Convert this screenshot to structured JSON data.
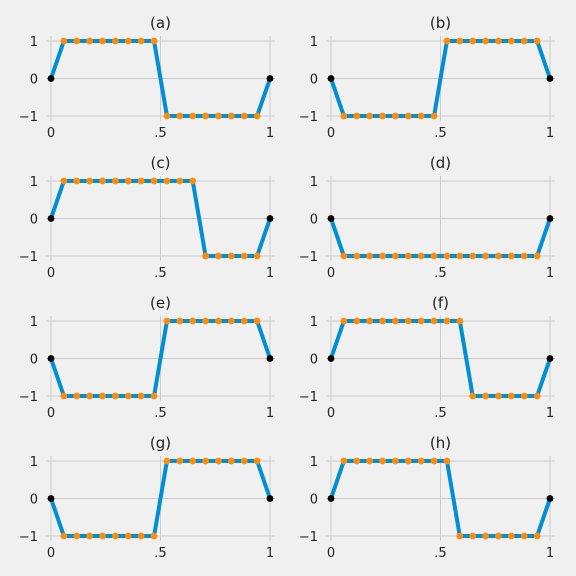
{
  "chart_data": [
    {
      "type": "line",
      "title": "(a)",
      "x_ticks": [
        "0",
        ".5",
        "1"
      ],
      "y_ticks": [
        "1",
        "0",
        "−1"
      ],
      "xlim": [
        0,
        1
      ],
      "ylim": [
        -1,
        1
      ],
      "x": [
        0,
        0.0588,
        0.1176,
        0.1765,
        0.2353,
        0.2941,
        0.3529,
        0.4118,
        0.4706,
        0.5294,
        0.5882,
        0.6471,
        0.7059,
        0.7647,
        0.8235,
        0.8824,
        0.9412,
        1
      ],
      "values": [
        0,
        1,
        1,
        1,
        1,
        1,
        1,
        1,
        1,
        -1,
        -1,
        -1,
        -1,
        -1,
        -1,
        -1,
        -1,
        0
      ]
    },
    {
      "type": "line",
      "title": "(b)",
      "x_ticks": [
        "0",
        ".5",
        "1"
      ],
      "y_ticks": [
        "1",
        "0",
        "−1"
      ],
      "xlim": [
        0,
        1
      ],
      "ylim": [
        -1,
        1
      ],
      "x": [
        0,
        0.0588,
        0.1176,
        0.1765,
        0.2353,
        0.2941,
        0.3529,
        0.4118,
        0.4706,
        0.5294,
        0.5882,
        0.6471,
        0.7059,
        0.7647,
        0.8235,
        0.8824,
        0.9412,
        1
      ],
      "values": [
        0,
        -1,
        -1,
        -1,
        -1,
        -1,
        -1,
        -1,
        -1,
        1,
        1,
        1,
        1,
        1,
        1,
        1,
        1,
        0
      ]
    },
    {
      "type": "line",
      "title": "(c)",
      "x_ticks": [
        "0",
        ".5",
        "1"
      ],
      "y_ticks": [
        "1",
        "0",
        "−1"
      ],
      "xlim": [
        0,
        1
      ],
      "ylim": [
        -1,
        1
      ],
      "x": [
        0,
        0.0588,
        0.1176,
        0.1765,
        0.2353,
        0.2941,
        0.3529,
        0.4118,
        0.4706,
        0.5294,
        0.5882,
        0.6471,
        0.7059,
        0.7647,
        0.8235,
        0.8824,
        0.9412,
        1
      ],
      "values": [
        0,
        1,
        1,
        1,
        1,
        1,
        1,
        1,
        1,
        1,
        1,
        1,
        -1,
        -1,
        -1,
        -1,
        -1,
        0
      ]
    },
    {
      "type": "line",
      "title": "(d)",
      "x_ticks": [
        "0",
        ".5",
        "1"
      ],
      "y_ticks": [
        "1",
        "0",
        "−1"
      ],
      "xlim": [
        0,
        1
      ],
      "ylim": [
        -1,
        1
      ],
      "x": [
        0,
        0.0588,
        0.1176,
        0.1765,
        0.2353,
        0.2941,
        0.3529,
        0.4118,
        0.4706,
        0.5294,
        0.5882,
        0.6471,
        0.7059,
        0.7647,
        0.8235,
        0.8824,
        0.9412,
        1
      ],
      "values": [
        0,
        -1,
        -1,
        -1,
        -1,
        -1,
        -1,
        -1,
        -1,
        -1,
        -1,
        -1,
        -1,
        -1,
        -1,
        -1,
        -1,
        0
      ]
    },
    {
      "type": "line",
      "title": "(e)",
      "x_ticks": [
        "0",
        ".5",
        "1"
      ],
      "y_ticks": [
        "1",
        "0",
        "−1"
      ],
      "xlim": [
        0,
        1
      ],
      "ylim": [
        -1,
        1
      ],
      "x": [
        0,
        0.0588,
        0.1176,
        0.1765,
        0.2353,
        0.2941,
        0.3529,
        0.4118,
        0.4706,
        0.5294,
        0.5882,
        0.6471,
        0.7059,
        0.7647,
        0.8235,
        0.8824,
        0.9412,
        1
      ],
      "values": [
        0,
        -1,
        -1,
        -1,
        -1,
        -1,
        -1,
        -1,
        -1,
        1,
        1,
        1,
        1,
        1,
        1,
        1,
        1,
        0
      ]
    },
    {
      "type": "line",
      "title": "(f)",
      "x_ticks": [
        "0",
        ".5",
        "1"
      ],
      "y_ticks": [
        "1",
        "0",
        "−1"
      ],
      "xlim": [
        0,
        1
      ],
      "ylim": [
        -1,
        1
      ],
      "x": [
        0,
        0.0588,
        0.1176,
        0.1765,
        0.2353,
        0.2941,
        0.3529,
        0.4118,
        0.4706,
        0.5294,
        0.5882,
        0.6471,
        0.7059,
        0.7647,
        0.8235,
        0.8824,
        0.9412,
        1
      ],
      "values": [
        0,
        1,
        1,
        1,
        1,
        1,
        1,
        1,
        1,
        1,
        1,
        -1,
        -1,
        -1,
        -1,
        -1,
        -1,
        0
      ]
    },
    {
      "type": "line",
      "title": "(g)",
      "x_ticks": [
        "0",
        ".5",
        "1"
      ],
      "y_ticks": [
        "1",
        "0",
        "−1"
      ],
      "xlim": [
        0,
        1
      ],
      "ylim": [
        -1,
        1
      ],
      "x": [
        0,
        0.0588,
        0.1176,
        0.1765,
        0.2353,
        0.2941,
        0.3529,
        0.4118,
        0.4706,
        0.5294,
        0.5882,
        0.6471,
        0.7059,
        0.7647,
        0.8235,
        0.8824,
        0.9412,
        1
      ],
      "values": [
        0,
        -1,
        -1,
        -1,
        -1,
        -1,
        -1,
        -1,
        -1,
        1,
        1,
        1,
        1,
        1,
        1,
        1,
        1,
        0
      ]
    },
    {
      "type": "line",
      "title": "(h)",
      "x_ticks": [
        "0",
        ".5",
        "1"
      ],
      "y_ticks": [
        "1",
        "0",
        "−1"
      ],
      "xlim": [
        0,
        1
      ],
      "ylim": [
        -1,
        1
      ],
      "x": [
        0,
        0.0588,
        0.1176,
        0.1765,
        0.2353,
        0.2941,
        0.3529,
        0.4118,
        0.4706,
        0.5294,
        0.5882,
        0.6471,
        0.7059,
        0.7647,
        0.8235,
        0.8824,
        0.9412,
        1
      ],
      "values": [
        0,
        1,
        1,
        1,
        1,
        1,
        1,
        1,
        1,
        1,
        -1,
        -1,
        -1,
        -1,
        -1,
        -1,
        -1,
        0
      ]
    }
  ],
  "colors": {
    "background": "#f0f0f0",
    "grid": "#cbcbcb",
    "line": "#008fd5",
    "inner_marker": "#fc8c0c",
    "endpoint_marker": "#000000"
  }
}
